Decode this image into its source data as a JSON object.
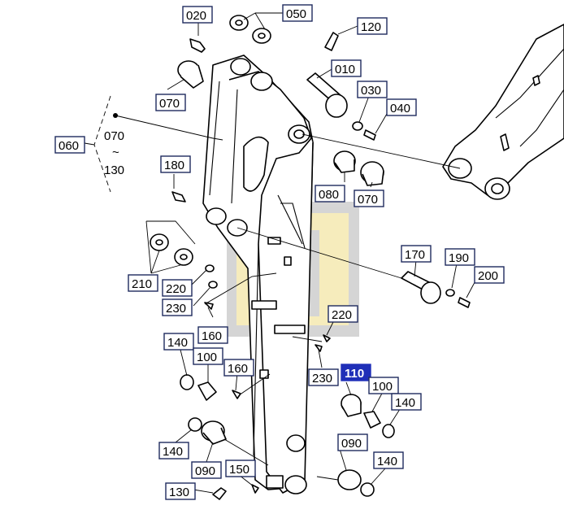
{
  "labels": [
    {
      "id": "020",
      "text": "020"
    },
    {
      "id": "050",
      "text": "050"
    },
    {
      "id": "120",
      "text": "120"
    },
    {
      "id": "010",
      "text": "010"
    },
    {
      "id": "030",
      "text": "030"
    },
    {
      "id": "040",
      "text": "040"
    },
    {
      "id": "070a",
      "text": "070"
    },
    {
      "id": "060",
      "text": "060"
    },
    {
      "id": "180",
      "text": "180"
    },
    {
      "id": "080",
      "text": "080"
    },
    {
      "id": "070b",
      "text": "070"
    },
    {
      "id": "170",
      "text": "170"
    },
    {
      "id": "190",
      "text": "190"
    },
    {
      "id": "200",
      "text": "200"
    },
    {
      "id": "210",
      "text": "210"
    },
    {
      "id": "220a",
      "text": "220"
    },
    {
      "id": "230a",
      "text": "230"
    },
    {
      "id": "160a",
      "text": "160"
    },
    {
      "id": "220b",
      "text": "220"
    },
    {
      "id": "230b",
      "text": "230"
    },
    {
      "id": "140a",
      "text": "140"
    },
    {
      "id": "100a",
      "text": "100"
    },
    {
      "id": "160b",
      "text": "160"
    },
    {
      "id": "110",
      "text": "110",
      "highlight": true
    },
    {
      "id": "100b",
      "text": "100"
    },
    {
      "id": "140b",
      "text": "140"
    },
    {
      "id": "090a",
      "text": "090"
    },
    {
      "id": "140c",
      "text": "140"
    },
    {
      "id": "090b",
      "text": "090"
    },
    {
      "id": "150",
      "text": "150"
    },
    {
      "id": "140d",
      "text": "140"
    },
    {
      "id": "130",
      "text": "130"
    }
  ],
  "range": {
    "from": "070",
    "symbol": "~",
    "to": "130"
  },
  "colors": {
    "label_border": "#1e2a5e",
    "highlight": "#1f2fb8",
    "watermark_gray": "#c8c8c8",
    "watermark_yellow": "#f3e6a6"
  },
  "watermark_icon": "brand-logo-watermark"
}
